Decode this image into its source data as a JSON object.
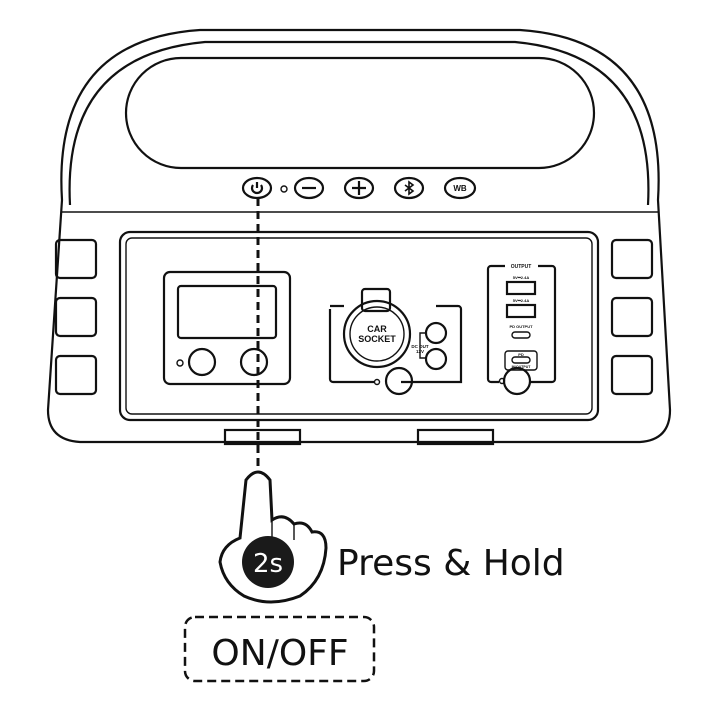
{
  "device": {
    "buttons": [
      {
        "icon": "power-icon"
      },
      {
        "icon": "minus-icon"
      },
      {
        "icon": "plus-icon"
      },
      {
        "icon": "bluetooth-icon"
      },
      {
        "icon": "wireless-icon",
        "label": "WB"
      }
    ],
    "car_socket_label_1": "CAR",
    "car_socket_label_2": "SOCKET",
    "dc_out_label_1": "DC OUT",
    "dc_out_label_2": "12V",
    "usb_group_label": "OUTPUT",
    "usb1_label": "5V⎓2.4A",
    "usb2_label": "5V⎓2.4A",
    "pd_output_label": "PD OUTPUT",
    "pd_inout_label_1": "PD",
    "pd_inout_label_2": "IN/OUTPUT"
  },
  "instruction": {
    "duration": "2s",
    "action": "Press & Hold",
    "button_name": "ON/OFF"
  }
}
